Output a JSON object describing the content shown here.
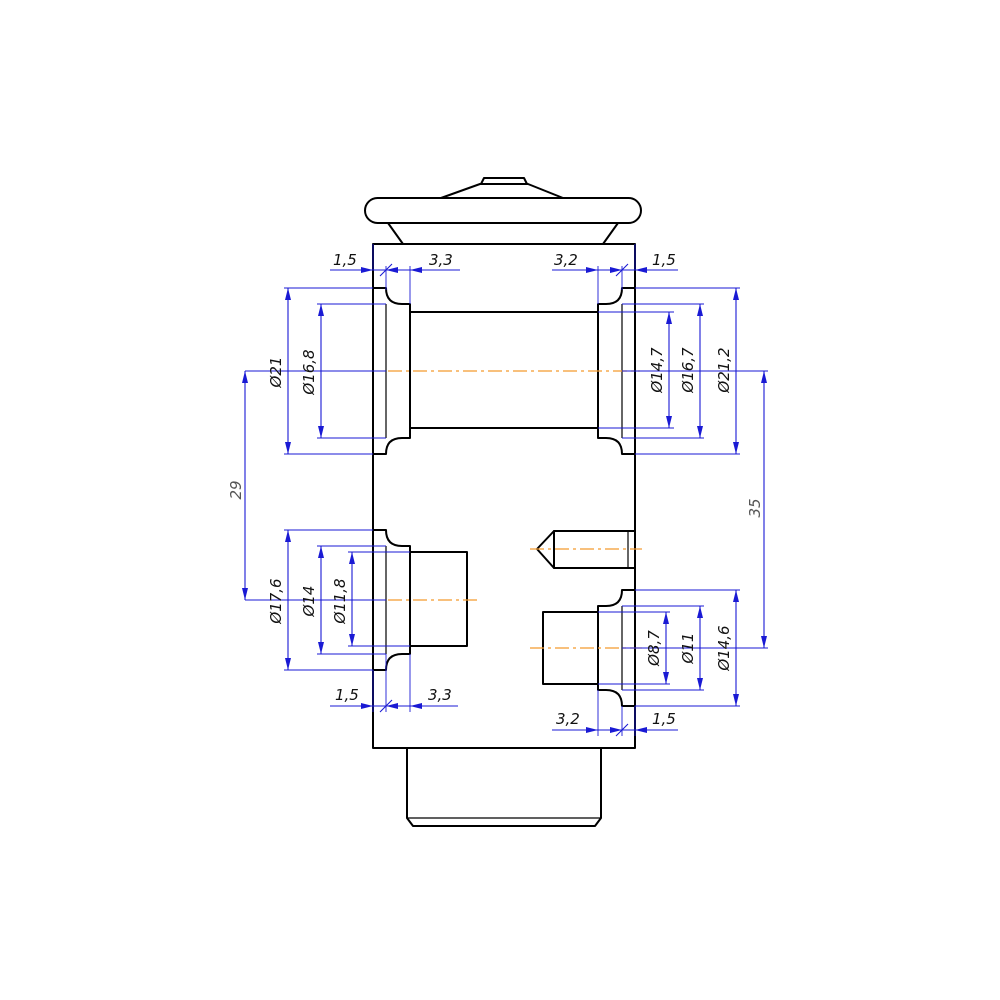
{
  "dimensions": {
    "top_left_step": "1,5",
    "top_left_depth": "3,3",
    "top_right_depth": "3,2",
    "top_right_step": "1,5",
    "bottom_left_step": "1,5",
    "bottom_left_depth": "3,3",
    "bottom_right_depth": "3,2",
    "bottom_right_step": "1,5",
    "d21": "Ø21",
    "d16_8": "Ø16,8",
    "d14_7": "Ø14,7",
    "d16_7": "Ø16,7",
    "d21_2": "Ø21,2",
    "d17_6": "Ø17,6",
    "d14": "Ø14",
    "d11_8": "Ø11,8",
    "d8_7": "Ø8,7",
    "d11": "Ø11",
    "d14_6": "Ø14,6",
    "spacing_left": "29",
    "spacing_right": "35"
  },
  "colors": {
    "outline": "#000000",
    "dimension": "#1a1ad4",
    "centerline": "#f39a2e"
  }
}
